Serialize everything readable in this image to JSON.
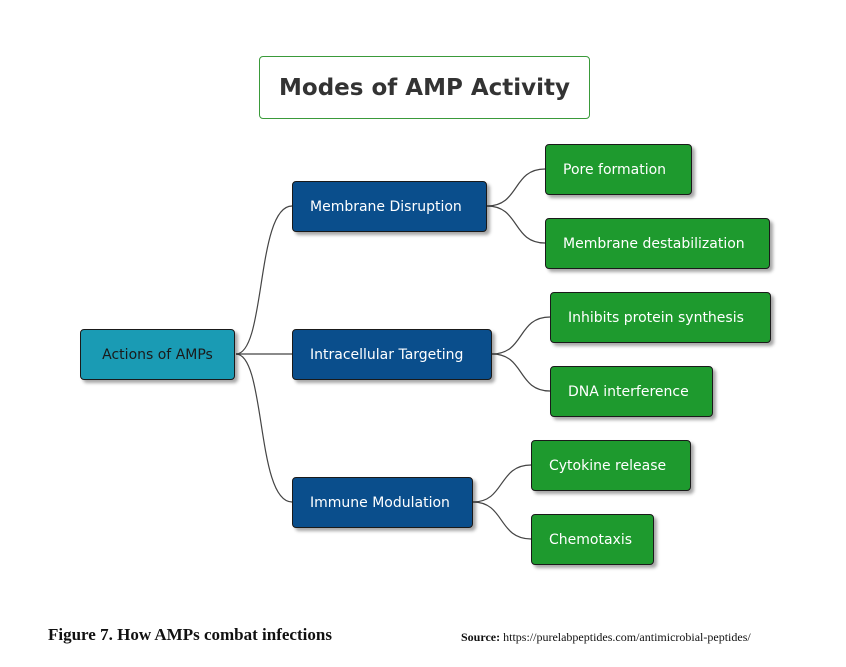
{
  "title": "Modes of AMP Activity",
  "root": {
    "label": "Actions of AMPs"
  },
  "branches": [
    {
      "label": "Membrane Disruption",
      "children": [
        "Pore formation",
        "Membrane destabilization"
      ]
    },
    {
      "label": "Intracellular Targeting",
      "children": [
        "Inhibits protein synthesis",
        "DNA interference"
      ]
    },
    {
      "label": "Immune Modulation",
      "children": [
        "Cytokine release",
        "Chemotaxis"
      ]
    }
  ],
  "caption": "Figure 7. How AMPs combat infections",
  "source": {
    "label": "Source:",
    "url": "https://purelabpeptides.com/antimicrobial-peptides/"
  },
  "colors": {
    "root": "#1a9bb4",
    "branch": "#0a4e8c",
    "leaf": "#1e9a2e",
    "title_border": "#3a9a3a",
    "edge": "#444444"
  }
}
